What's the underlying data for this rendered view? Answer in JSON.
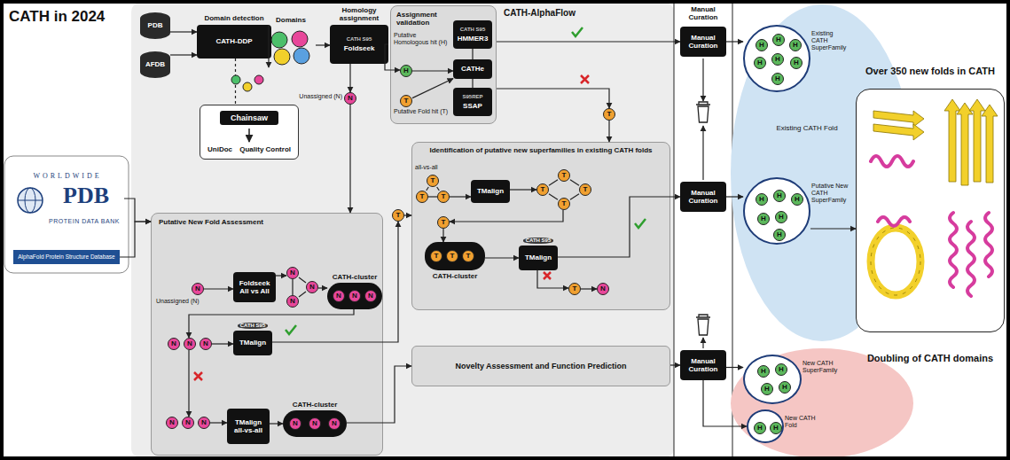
{
  "diagram": {
    "title": "CATH in 2024",
    "nodes": [
      {
        "text": [
          "WORLDWIDE",
          "PDB",
          "PROTEIN DATA BANK"
        ]
      },
      {
        "text": [
          "AlphaFold Protein Structure Database"
        ]
      },
      {
        "text": [
          "PDB"
        ]
      },
      {
        "text": [
          "AFDB"
        ]
      },
      {
        "text": [
          "Domain detection",
          "CATH-DDP"
        ]
      },
      {
        "text": [
          "Domains"
        ]
      },
      {
        "text": [
          "Homology assignment",
          "CATH S95",
          "Foldseek"
        ]
      },
      {
        "text": [
          "Assignment validation"
        ]
      },
      {
        "text": [
          "H"
        ],
        "in": 7
      },
      {
        "text": [
          "T"
        ],
        "in": 7
      },
      {
        "text": [
          "CATH S95",
          "HMMER3"
        ],
        "in": 7
      },
      {
        "text": [
          "CATHe"
        ],
        "in": 7
      },
      {
        "text": [
          "S95REP",
          "SSAP"
        ],
        "in": 7
      },
      {
        "text": [
          "Chainsaw",
          "UniDoc",
          "Quality Control"
        ]
      },
      {
        "text": [
          "N"
        ]
      },
      {
        "text": [
          "Manual Curation"
        ]
      },
      {
        "text": [
          "Manual Curation"
        ]
      },
      {
        "text": [
          "Manual Curation"
        ]
      },
      {
        "text": [
          "Existing CATH SuperFamily"
        ]
      },
      {
        "text": [
          "H"
        ],
        "in": 18
      },
      {
        "text": [
          "H"
        ],
        "in": 18
      },
      {
        "text": [
          "H"
        ],
        "in": 18
      },
      {
        "text": [
          "H"
        ],
        "in": 18
      },
      {
        "text": [
          "H"
        ],
        "in": 18
      },
      {
        "text": [
          "H"
        ],
        "in": 18
      },
      {
        "text": [
          "H"
        ],
        "in": 18
      },
      {
        "text": [
          "Putative New CATH SuperFamily"
        ]
      },
      {
        "text": [
          "H"
        ],
        "in": 26
      },
      {
        "text": [
          "H"
        ],
        "in": 26
      },
      {
        "text": [
          "H"
        ],
        "in": 26
      },
      {
        "text": [
          "H"
        ],
        "in": 26
      },
      {
        "text": [
          "H"
        ],
        "in": 26
      },
      {
        "text": [
          "H"
        ],
        "in": 26
      },
      {
        "text": [
          "New CATH SuperFamily"
        ]
      },
      {
        "text": [
          "H"
        ],
        "in": 33
      },
      {
        "text": [
          "H"
        ],
        "in": 33
      },
      {
        "text": [
          "H"
        ],
        "in": 33
      },
      {
        "text": [
          "H"
        ],
        "in": 33
      },
      {
        "text": [
          "New CATH Fold"
        ]
      },
      {
        "text": [
          "H"
        ],
        "in": 38
      },
      {
        "text": [
          "H"
        ],
        "in": 38
      },
      {
        "text": [
          "Over 350 new folds in CATH",
          "Doubling of CATH domains"
        ]
      },
      {
        "text": [
          "Putative New Fold Assessment"
        ]
      },
      {
        "text": [
          "N"
        ],
        "in": 42
      },
      {
        "text": [
          "Foldseek All vs All"
        ],
        "in": 42
      },
      {
        "text": [
          "N"
        ],
        "in": 42
      },
      {
        "text": [
          "N"
        ],
        "in": 42
      },
      {
        "text": [
          "N"
        ],
        "in": 42
      },
      {
        "text": [
          "CATH-cluster"
        ],
        "in": 42
      },
      {
        "text": [
          "N"
        ],
        "in": 48
      },
      {
        "text": [
          "N"
        ],
        "in": 48
      },
      {
        "text": [
          "N"
        ],
        "in": 48
      },
      {
        "text": [
          "N"
        ],
        "in": 42
      },
      {
        "text": [
          "N"
        ],
        "in": 42
      },
      {
        "text": [
          "N"
        ],
        "in": 42
      },
      {
        "text": [
          "CATH S95",
          "TMalign"
        ],
        "in": 42
      },
      {
        "text": [
          "N"
        ],
        "in": 42
      },
      {
        "text": [
          "N"
        ],
        "in": 42
      },
      {
        "text": [
          "N"
        ],
        "in": 42
      },
      {
        "text": [
          "TMalign",
          "all-vs-all"
        ],
        "in": 42
      },
      {
        "text": [
          "CATH-cluster"
        ],
        "in": 42
      },
      {
        "text": [
          "N"
        ],
        "in": 60
      },
      {
        "text": [
          "N"
        ],
        "in": 60
      },
      {
        "text": [
          "N"
        ],
        "in": 60
      },
      {
        "text": [
          "Identification of putative new superfamilies in existing CATH folds"
        ]
      },
      {
        "text": [
          "T"
        ],
        "in": 64
      },
      {
        "text": [
          "T"
        ],
        "in": 64
      },
      {
        "text": [
          "T"
        ],
        "in": 64
      },
      {
        "text": [
          "TMalign"
        ],
        "in": 64
      },
      {
        "text": [
          "T"
        ],
        "in": 64
      },
      {
        "text": [
          "T"
        ],
        "in": 64
      },
      {
        "text": [
          "T"
        ],
        "in": 64
      },
      {
        "text": [
          "T"
        ],
        "in": 64
      },
      {
        "text": [
          "T"
        ],
        "in": 64
      },
      {
        "text": [
          "CATH-cluster"
        ],
        "in": 64
      },
      {
        "text": [
          "T"
        ],
        "in": 74
      },
      {
        "text": [
          "T"
        ],
        "in": 74
      },
      {
        "text": [
          "T"
        ],
        "in": 74
      },
      {
        "text": [
          "CATH S95",
          "TMalign"
        ],
        "in": 64
      },
      {
        "text": [
          "T"
        ],
        "in": 64
      },
      {
        "text": [
          "N"
        ],
        "in": 64
      },
      {
        "text": [
          "T"
        ]
      },
      {
        "text": [
          "T"
        ]
      },
      {
        "text": [
          "Novelty Assessment and Function Prediction"
        ]
      }
    ],
    "edges": [
      {
        "from": 2,
        "to": 4,
        "arrow": "to"
      },
      {
        "from": 3,
        "to": 4,
        "arrow": "to"
      },
      {
        "from": 4,
        "to": 5,
        "arrow": "to"
      },
      {
        "from": 5,
        "to": 6,
        "arrow": "to"
      },
      {
        "from": 4,
        "to": 13,
        "arrow": "none"
      },
      {
        "from": 6,
        "to": 8,
        "arrow": "to"
      },
      {
        "from": 6,
        "to": 14,
        "arrow": "to"
      },
      {
        "from": 8,
        "to": 11,
        "arrow": "to"
      },
      {
        "from": 9,
        "to": 11,
        "arrow": "to"
      },
      {
        "from": 10,
        "to": 11,
        "arrow": "none"
      },
      {
        "from": 12,
        "to": 11,
        "arrow": "none"
      },
      {
        "from": 7,
        "to": 15,
        "arrow": "to"
      },
      {
        "from": 7,
        "to": 82,
        "arrow": "to"
      },
      {
        "from": 82,
        "to": 64,
        "arrow": "to"
      },
      {
        "from": 14,
        "to": 42,
        "arrow": "to"
      },
      {
        "from": 0,
        "to": 42,
        "arrow": "to"
      },
      {
        "from": 1,
        "to": 42,
        "arrow": "to"
      },
      {
        "from": 15,
        "to": 18,
        "arrow": "to"
      },
      {
        "from": 16,
        "to": 26,
        "arrow": "to"
      },
      {
        "from": 17,
        "to": 33,
        "arrow": "to"
      },
      {
        "from": 17,
        "to": 38,
        "arrow": "to"
      },
      {
        "from": 26,
        "to": 41,
        "arrow": "to"
      },
      {
        "from": 43,
        "to": 44,
        "arrow": "to"
      },
      {
        "from": 44,
        "to": 45,
        "arrow": "to"
      },
      {
        "from": 45,
        "to": 46,
        "arrow": "none"
      },
      {
        "from": 46,
        "to": 47,
        "arrow": "none"
      },
      {
        "from": 45,
        "to": 47,
        "arrow": "none"
      },
      {
        "from": 46,
        "to": 48,
        "arrow": "to"
      },
      {
        "from": 48,
        "to": 53,
        "arrow": "to"
      },
      {
        "from": 54,
        "to": 55,
        "arrow": "to"
      },
      {
        "from": 55,
        "to": 81,
        "arrow": "to"
      },
      {
        "from": 81,
        "to": 64,
        "arrow": "to"
      },
      {
        "from": 53,
        "to": 57,
        "arrow": "to"
      },
      {
        "from": 58,
        "to": 59,
        "arrow": "to"
      },
      {
        "from": 59,
        "to": 60,
        "arrow": "to"
      },
      {
        "from": 60,
        "to": 83,
        "arrow": "to"
      },
      {
        "from": 65,
        "to": 66,
        "arrow": "none"
      },
      {
        "from": 66,
        "to": 67,
        "arrow": "none"
      },
      {
        "from": 65,
        "to": 67,
        "arrow": "none"
      },
      {
        "from": 67,
        "to": 68,
        "arrow": "to"
      },
      {
        "from": 68,
        "to": 69,
        "arrow": "to"
      },
      {
        "from": 69,
        "to": 70,
        "arrow": "none"
      },
      {
        "from": 70,
        "to": 71,
        "arrow": "none"
      },
      {
        "from": 71,
        "to": 72,
        "arrow": "none"
      },
      {
        "from": 72,
        "to": 69,
        "arrow": "none"
      },
      {
        "from": 72,
        "to": 73,
        "arrow": "to"
      },
      {
        "from": 73,
        "to": 74,
        "arrow": "to"
      },
      {
        "from": 74,
        "to": 78,
        "arrow": "to"
      },
      {
        "from": 78,
        "to": 16,
        "arrow": "to"
      },
      {
        "from": 78,
        "to": 79,
        "arrow": "to"
      },
      {
        "from": 79,
        "to": 80,
        "arrow": "to"
      },
      {
        "from": 83,
        "to": 17,
        "arrow": "to"
      }
    ],
    "labels": [
      "CATH-AlphaFlow",
      "Manual Curation",
      "Putative Homologous hit (H)",
      "Putative Fold hit (T)",
      "Unassigned (N)",
      "Unassigned (N)",
      "all-vs-all",
      "Existing CATH Fold"
    ]
  }
}
